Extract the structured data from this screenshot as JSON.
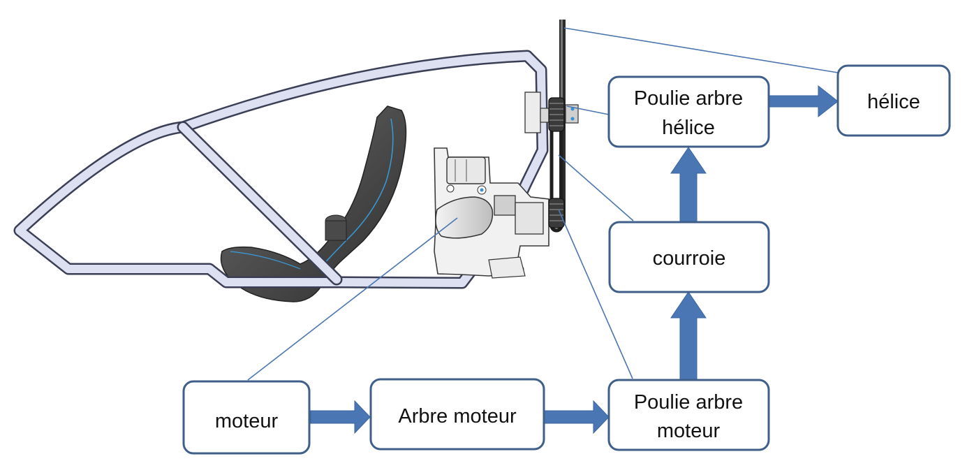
{
  "diagram": {
    "nodes": {
      "moteur": {
        "label": "moteur"
      },
      "arbre_moteur": {
        "label": "Arbre moteur"
      },
      "poulie_moteur": {
        "lines": [
          "Poulie arbre",
          "moteur"
        ]
      },
      "courroie": {
        "label": "courroie"
      },
      "poulie_helice": {
        "lines": [
          "Poulie arbre",
          "hélice"
        ]
      },
      "helice": {
        "label": "hélice"
      }
    },
    "edges": [
      {
        "from": "moteur",
        "to": "arbre_moteur"
      },
      {
        "from": "arbre_moteur",
        "to": "poulie_moteur"
      },
      {
        "from": "poulie_moteur",
        "to": "courroie"
      },
      {
        "from": "courroie",
        "to": "poulie_helice"
      },
      {
        "from": "poulie_helice",
        "to": "helice"
      }
    ],
    "colors": {
      "box_stroke": "#3f5f8a",
      "arrow_fill": "#4a76b4",
      "leader_line": "#4b76b0",
      "frame_fill": "#dde0f0",
      "frame_stroke": "#3a3f55",
      "seat_fill": "#4a4a4a"
    }
  }
}
